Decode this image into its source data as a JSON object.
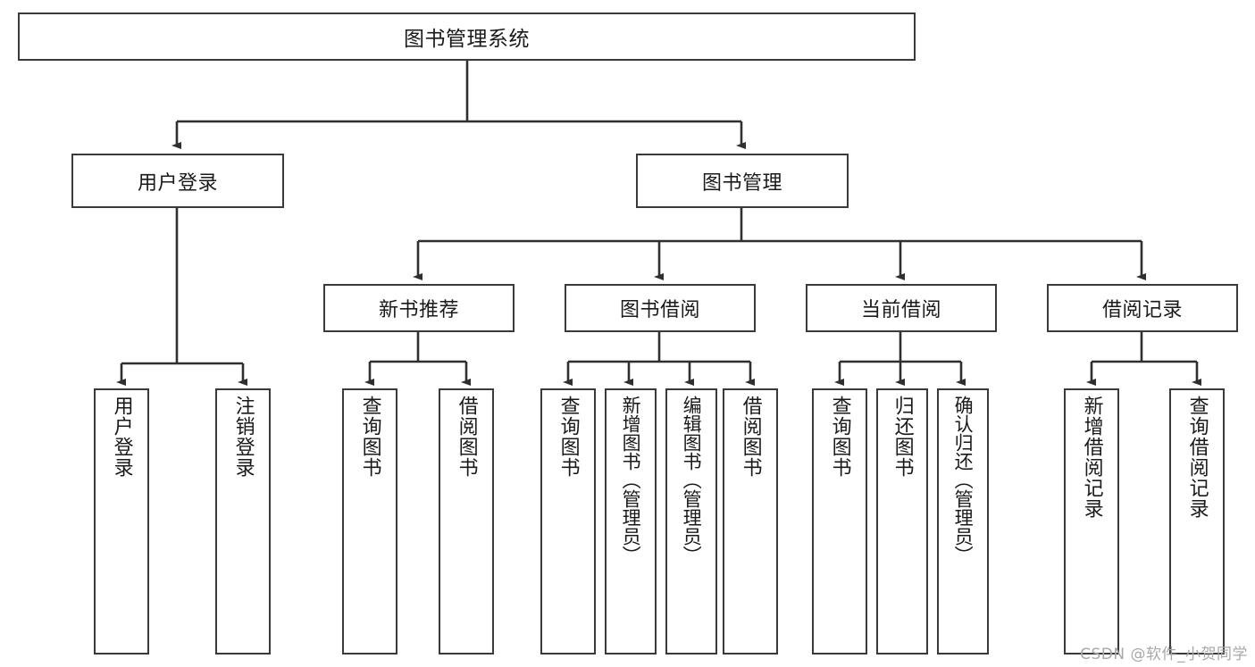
{
  "diagram": {
    "title": "图书管理系统",
    "type": "function-structure-tree",
    "root": {
      "label": "图书管理系统"
    },
    "level1": [
      {
        "label": "用户登录"
      },
      {
        "label": "图书管理"
      }
    ],
    "level2": [
      {
        "label": "新书推荐"
      },
      {
        "label": "图书借阅"
      },
      {
        "label": "当前借阅"
      },
      {
        "label": "借阅记录"
      }
    ],
    "leaves": {
      "user_login": [
        {
          "label": "用户登录"
        },
        {
          "label": "注销登录"
        }
      ],
      "new_book_recommend": [
        {
          "label": "查询图书"
        },
        {
          "label": "借阅图书"
        }
      ],
      "book_borrow": [
        {
          "label": "查询图书"
        },
        {
          "label": "新增图书（管理员）"
        },
        {
          "label": "编辑图书（管理员）"
        },
        {
          "label": "借阅图书"
        }
      ],
      "current_borrow": [
        {
          "label": "查询图书"
        },
        {
          "label": "归还图书"
        },
        {
          "label": "确认归还（管理员）"
        }
      ],
      "borrow_record": [
        {
          "label": "新增借阅记录"
        },
        {
          "label": "查询借阅记录"
        }
      ]
    }
  },
  "watermark": {
    "text": "CSDN @软件_小贺同学"
  },
  "colors": {
    "background": "#ffffff",
    "box_border": "#3a3a3a",
    "box_fill": "#ffffff",
    "edge": "#2f2f2f",
    "text": "#1a1a1a",
    "watermark": "#a8a8a8"
  }
}
